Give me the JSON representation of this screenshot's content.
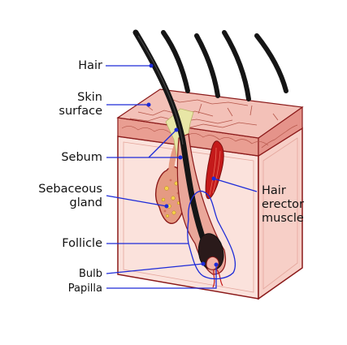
{
  "labels": {
    "hair": "Hair",
    "skin_surface": "Skin\nsurface",
    "sebum": "Sebum",
    "sebaceous_gland": "Sebaceous\ngland",
    "follicle": "Follicle",
    "bulb": "Bulb",
    "papilla": "Papilla",
    "hair_erector_muscle": "Hair\nerector\nmuscle"
  },
  "colors": {
    "leader_line": "#1d2bd8",
    "hair": "#151515",
    "skin_top": "#f3c1b8",
    "skin_side": "#e99e92",
    "dermis": "#fbe2dc",
    "outline": "#8b1a1a",
    "gland": "#e59a82",
    "muscle": "#c41a1a",
    "sebum": "#e8e6a6"
  }
}
